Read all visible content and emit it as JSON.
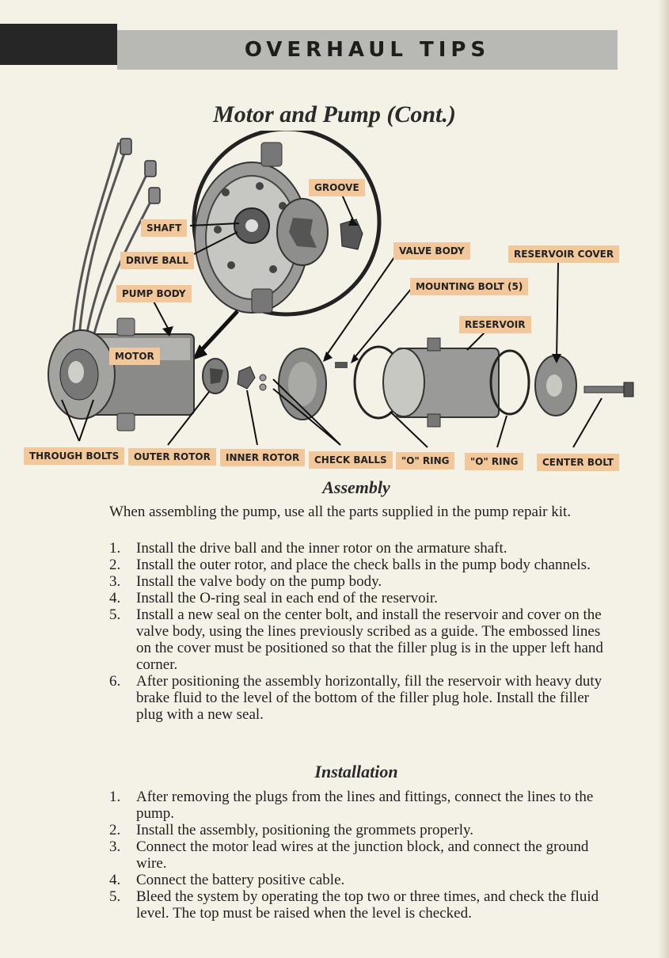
{
  "header": {
    "title": "OVERHAUL TIPS"
  },
  "page": {
    "subtitle": "Motor and Pump (Cont.)"
  },
  "diagram": {
    "labels": {
      "groove": "GROOVE",
      "shaft": "SHAFT",
      "drive_ball": "DRIVE BALL",
      "pump_body": "PUMP BODY",
      "valve_body": "VALVE BODY",
      "reservoir_cover": "RESERVOIR COVER",
      "mounting_bolt": "MOUNTING BOLT (5)",
      "reservoir": "RESERVOIR",
      "motor": "MOTOR",
      "through_bolts": "THROUGH BOLTS",
      "outer_rotor": "OUTER ROTOR",
      "inner_rotor": "INNER ROTOR",
      "check_balls": "CHECK BALLS",
      "o_ring_1": "\"O\" RING",
      "o_ring_2": "\"O\" RING",
      "center_bolt": "CENTER BOLT"
    }
  },
  "assembly": {
    "title": "Assembly",
    "intro": "When assembling the pump, use all the parts supplied in the pump repair kit.",
    "steps": [
      {
        "num": "1.",
        "text": "Install the drive ball and the inner rotor on the armature shaft."
      },
      {
        "num": "2.",
        "text": "Install the outer rotor, and place the check balls in the pump body channels."
      },
      {
        "num": "3.",
        "text": "Install the valve body on the pump body."
      },
      {
        "num": "4.",
        "text": "Install the O-ring seal in each end of the reservoir."
      },
      {
        "num": "5.",
        "text": "Install a new seal on the center bolt, and install the reservoir and cover on the valve body, using the lines previously scribed as a guide. The embossed lines on the cover must be positioned so that the filler plug is in the upper left hand corner."
      },
      {
        "num": "6.",
        "text": "After positioning the assembly horizontally, fill the reservoir with heavy duty brake fluid to the level of the bottom of the filler plug hole. Install the filler plug with a new seal."
      }
    ]
  },
  "installation": {
    "title": "Installation",
    "steps": [
      {
        "num": "1.",
        "text": "After removing the plugs from the lines and fittings, connect the lines to the pump."
      },
      {
        "num": "2.",
        "text": "Install the assembly, positioning the grommets properly."
      },
      {
        "num": "3.",
        "text": "Connect the motor lead wires at the junction block, and connect the ground wire."
      },
      {
        "num": "4.",
        "text": "Connect the battery positive cable."
      },
      {
        "num": "5.",
        "text": "Bleed the system by operating the top two or three times, and check the fluid level. The top must be raised when the level is checked."
      }
    ]
  }
}
